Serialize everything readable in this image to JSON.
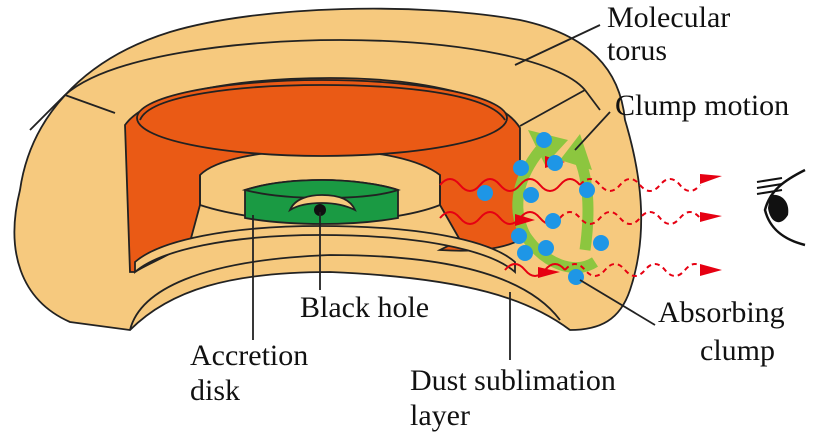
{
  "labels": {
    "molecular_torus": [
      "Molecular",
      "torus"
    ],
    "clump_motion": "Clump motion",
    "black_hole": "Black hole",
    "absorbing_clump": [
      "Absorbing",
      "clump"
    ],
    "accretion_disk": [
      "Accretion",
      "disk"
    ],
    "dust_sublimation_layer": [
      "Dust sublimation",
      "layer"
    ]
  },
  "colors": {
    "torus_outer": "#f6c97e",
    "torus_inner_orange": "#ea5a15",
    "accretion_disk": "#1a9a43",
    "clump": "#1e96e6",
    "clump_motion_arrow": "#8cc63f",
    "light_ray": "#e60012",
    "outline": "#222222"
  },
  "icons": {
    "observer": "eye-icon"
  }
}
